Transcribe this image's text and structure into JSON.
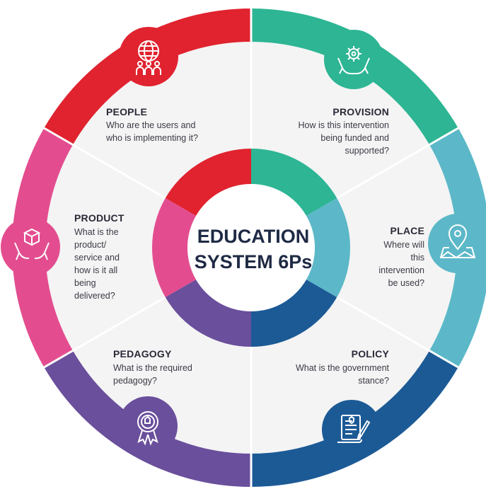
{
  "center": {
    "line1": "EDUCATION",
    "line2": "SYSTEM 6Ps"
  },
  "segments": [
    {
      "key": "people",
      "title": "PEOPLE",
      "desc": [
        "Who are the users and",
        "who is implementing it?"
      ],
      "color": "#e0232f",
      "icon": "globe-people-icon"
    },
    {
      "key": "provision",
      "title": "PROVISION",
      "desc": [
        "How is this intervention",
        "being funded and",
        "supported?"
      ],
      "color": "#2db594",
      "icon": "hands-gear-icon"
    },
    {
      "key": "place",
      "title": "PLACE",
      "desc": [
        "Where will",
        "this",
        "intervention",
        "be used?"
      ],
      "color": "#5cb8c8",
      "icon": "map-pin-icon"
    },
    {
      "key": "policy",
      "title": "POLICY",
      "desc": [
        "What is the government",
        "stance?"
      ],
      "color": "#1c5a96",
      "icon": "document-pen-icon"
    },
    {
      "key": "pedagogy",
      "title": "PEDAGOGY",
      "desc": [
        "What is the required",
        "pedagogy?"
      ],
      "color": "#6a4f9c",
      "icon": "award-ribbon-icon"
    },
    {
      "key": "product",
      "title": "PRODUCT",
      "desc": [
        "What is the",
        "product/",
        "service and",
        "how is it all",
        "being",
        "delivered?"
      ],
      "color": "#e34d8f",
      "icon": "hands-box-icon"
    }
  ]
}
